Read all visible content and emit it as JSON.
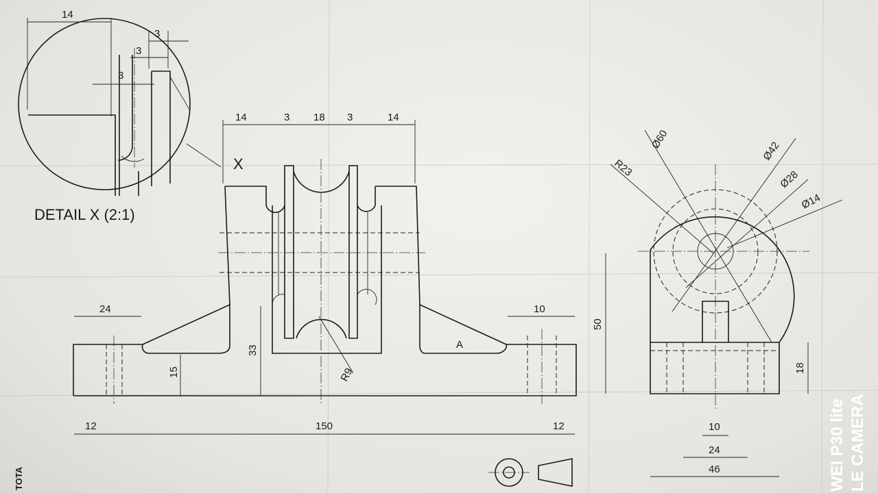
{
  "detail": {
    "title": "DETAIL X (2:1)",
    "dims": [
      "14",
      "3",
      "3",
      "3"
    ]
  },
  "front_view": {
    "marker": "X",
    "top_dims": [
      "14",
      "3",
      "18",
      "3",
      "14"
    ],
    "left_dims": [
      "24",
      "15"
    ],
    "right_dims": [
      "10"
    ],
    "height_dim": "33",
    "radius": "R9",
    "web_label": "A",
    "bottom_dims": [
      "12",
      "150",
      "12"
    ]
  },
  "side_view": {
    "diameters": [
      "Ø60",
      "Ø42",
      "Ø28",
      "Ø14"
    ],
    "radius": "R23",
    "height_dims": [
      "50",
      "18"
    ],
    "bottom_dims": [
      "10",
      "24",
      "46"
    ]
  },
  "corner_text": "TOTA",
  "watermark": {
    "line1": "WEI P30 lite",
    "line2": "LE CAMERA"
  }
}
